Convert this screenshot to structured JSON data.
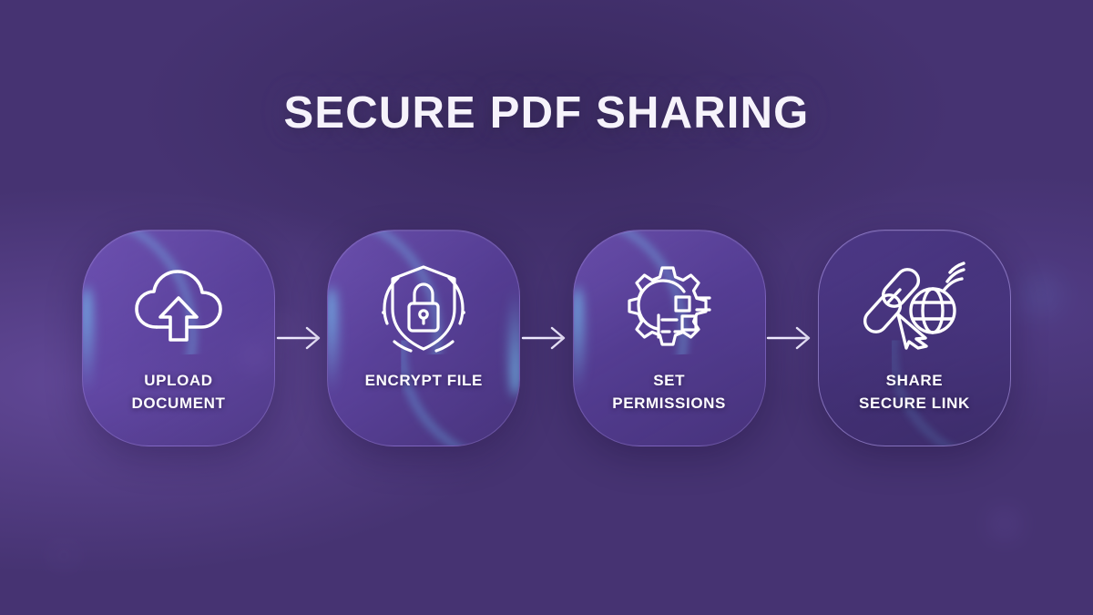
{
  "page": {
    "title": "SECURE PDF SHARING",
    "background_colors": {
      "top_left": "#7f5fd6",
      "top_right": "#241a3d",
      "bottom_center": "#2a1f45",
      "bottom_right": "#5c4a9c",
      "accent_glow": "#78d7ff",
      "card_border": "#baa0f5"
    }
  },
  "flow": {
    "arrow_icon": "arrow-right-icon",
    "steps": [
      {
        "index": 1,
        "label": "UPLOAD\nDOCUMENT",
        "icon": "cloud-upload-icon",
        "glow": "top-left"
      },
      {
        "index": 2,
        "label": "ENCRYPT FILE",
        "icon": "shield-lock-icon",
        "glow": "top-left-bottom-right"
      },
      {
        "index": 3,
        "label": "SET\nPERMISSIONS",
        "icon": "gear-settings-icon",
        "glow": "top-left"
      },
      {
        "index": 4,
        "label": "SHARE\nSECURE LINK",
        "icon": "link-globe-share-icon",
        "glow": "outline"
      }
    ]
  }
}
